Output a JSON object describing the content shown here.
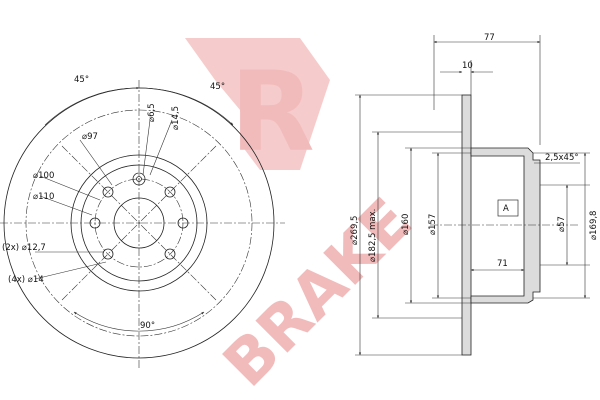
{
  "watermark": {
    "text": "BRAKE",
    "logo_letter": "R",
    "color": "#f2b8b8"
  },
  "front_view": {
    "angle_left": "45°",
    "angle_right": "45°",
    "angle_bottom": "90°",
    "d97": "97",
    "d6_5": "6,5",
    "d14_5": "14,5",
    "d100": "100",
    "d110": "110",
    "holes_2x": "(2x)",
    "d12_7": "12,7",
    "holes_4x": "(4x)",
    "d14": "14"
  },
  "side_view": {
    "width_77": "77",
    "thick_10": "10",
    "chamfer": "2,5x45°",
    "d269_5": "269,5",
    "d182_5": "182,5 max.",
    "d160": "160",
    "d157": "157",
    "d57": "57",
    "d169_8": "169,8",
    "depth_71": "71",
    "datum": "A"
  }
}
